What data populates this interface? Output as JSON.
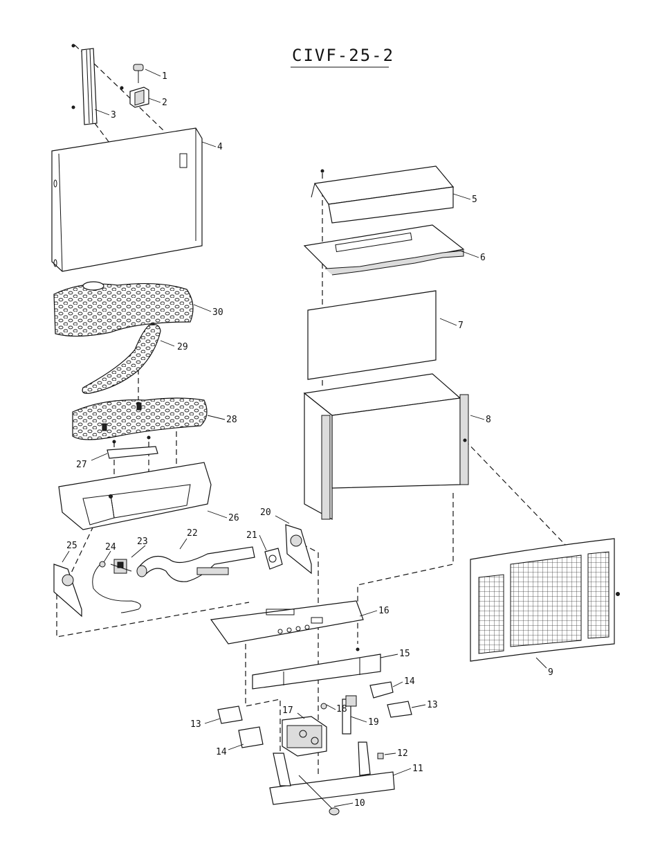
{
  "title": "CIVF-25-2",
  "callouts": [
    "1",
    "2",
    "3",
    "4",
    "5",
    "6",
    "7",
    "8",
    "9",
    "10",
    "11",
    "12",
    "13",
    "14",
    "15",
    "16",
    "17",
    "18",
    "19",
    "20",
    "21",
    "22",
    "23",
    "24",
    "25",
    "26",
    "27",
    "28",
    "29",
    "30",
    "13",
    "14"
  ]
}
